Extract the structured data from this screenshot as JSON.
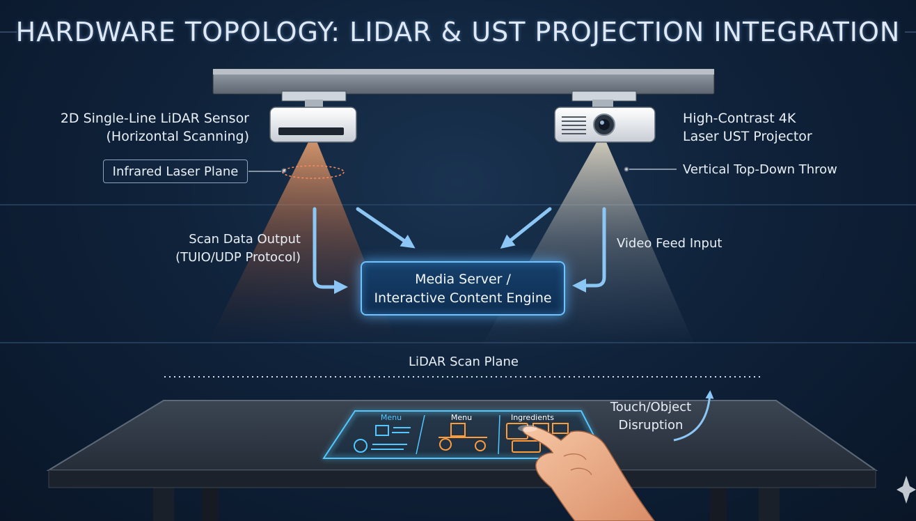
{
  "title": "HARDWARE TOPOLOGY: LIDAR & UST PROJECTION INTEGRATION",
  "lidar": {
    "line1": "2D Single-Line LiDAR Sensor",
    "line2": "(Horizontal Scanning)",
    "plane_label": "Infrared Laser Plane"
  },
  "projector": {
    "line1": "High-Contrast 4K",
    "line2": "Laser UST Projector",
    "throw_label": "Vertical Top-Down Throw"
  },
  "scan_output": {
    "line1": "Scan Data Output",
    "line2": "(TUIO/UDP Protocol)"
  },
  "video_feed": "Video Feed Input",
  "server": {
    "line1": "Media Server /",
    "line2": "Interactive Content Engine"
  },
  "scan_plane": "LiDAR Scan Plane",
  "touch": {
    "line1": "Touch/Object",
    "line2": "Disruption"
  },
  "projected_ui": {
    "panel1": "Menu",
    "panel2": "Menu",
    "panel3": "Ingredients"
  },
  "colors": {
    "accent_blue": "#6fc3ff",
    "ui_cyan": "#52c8ff",
    "ui_orange": "#ff9d3c",
    "laser_orange": "#ff9a5a"
  }
}
